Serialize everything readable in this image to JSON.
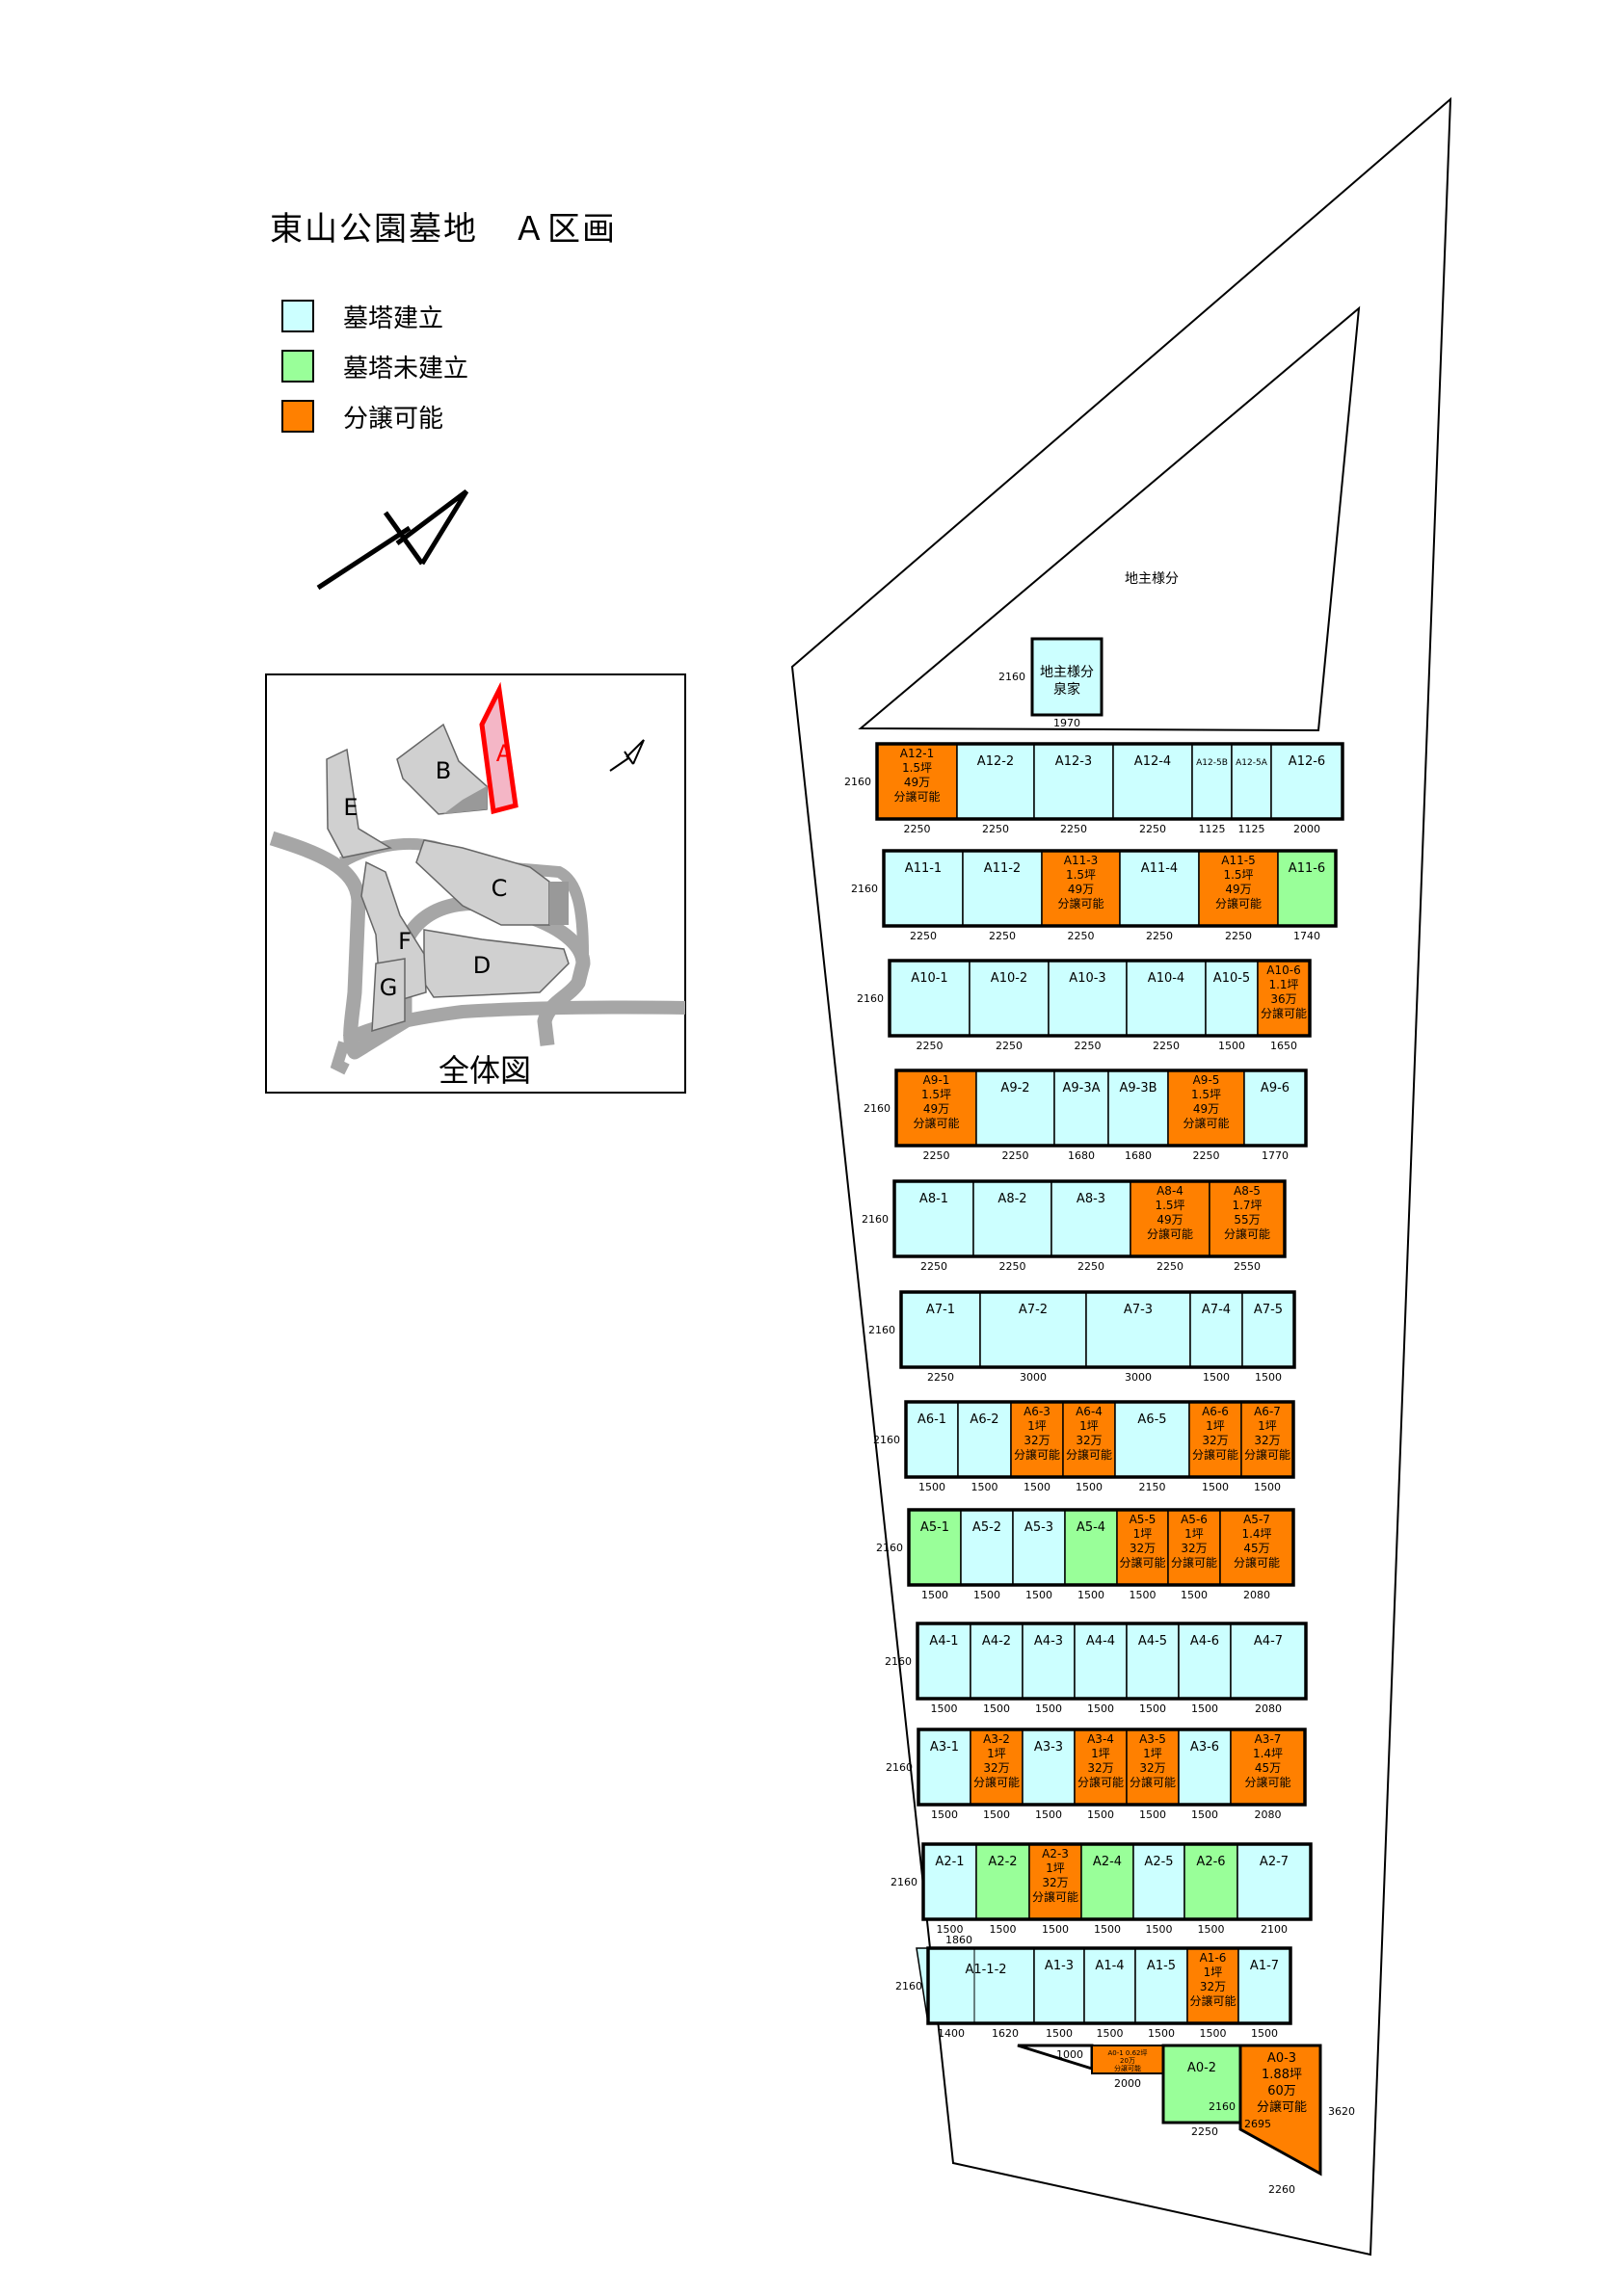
{
  "title": "東山公園墓地　Ａ区画",
  "colors": {
    "built": "#ccffff",
    "unbuilt": "#99ff99",
    "sale": "#ff8000"
  },
  "legend": [
    {
      "label": "墓塔建立",
      "status": "built"
    },
    {
      "label": "墓塔未建立",
      "status": "unbuilt"
    },
    {
      "label": "分譲可能",
      "status": "sale"
    }
  ],
  "landowner_area_label": "地主様分",
  "landowner_plot": {
    "lines": [
      "地主様分",
      "泉家"
    ],
    "width": "1970",
    "depth": "2160"
  },
  "overview": {
    "caption": "全体図",
    "sections": [
      "A",
      "B",
      "C",
      "D",
      "E",
      "F",
      "G"
    ]
  },
  "rows": [
    {
      "row": "A12",
      "depth": "2160",
      "plots": [
        {
          "id": "A12-1",
          "status": "sale",
          "lines": [
            "1.5坪",
            "49万",
            "分譲可能"
          ],
          "width": "2250"
        },
        {
          "id": "A12-2",
          "status": "built",
          "lines": [],
          "width": "2250"
        },
        {
          "id": "A12-3",
          "status": "built",
          "lines": [],
          "width": "2250"
        },
        {
          "id": "A12-4",
          "status": "built",
          "lines": [],
          "width": "2250"
        },
        {
          "id": "A12-5B",
          "status": "built",
          "lines": [],
          "width": "1125"
        },
        {
          "id": "A12-5A",
          "status": "built",
          "lines": [],
          "width": "1125"
        },
        {
          "id": "A12-6",
          "status": "built",
          "lines": [],
          "width": "2000"
        }
      ]
    },
    {
      "row": "A11",
      "depth": "2160",
      "plots": [
        {
          "id": "A11-1",
          "status": "built",
          "lines": [],
          "width": "2250"
        },
        {
          "id": "A11-2",
          "status": "built",
          "lines": [],
          "width": "2250"
        },
        {
          "id": "A11-3",
          "status": "sale",
          "lines": [
            "1.5坪",
            "49万",
            "分譲可能"
          ],
          "width": "2250"
        },
        {
          "id": "A11-4",
          "status": "built",
          "lines": [],
          "width": "2250"
        },
        {
          "id": "A11-5",
          "status": "sale",
          "lines": [
            "1.5坪",
            "49万",
            "分譲可能"
          ],
          "width": "2250"
        },
        {
          "id": "A11-6",
          "status": "unbuilt",
          "lines": [],
          "width": "1740"
        }
      ]
    },
    {
      "row": "A10",
      "depth": "2160",
      "plots": [
        {
          "id": "A10-1",
          "status": "built",
          "lines": [],
          "width": "2250"
        },
        {
          "id": "A10-2",
          "status": "built",
          "lines": [],
          "width": "2250"
        },
        {
          "id": "A10-3",
          "status": "built",
          "lines": [],
          "width": "2250"
        },
        {
          "id": "A10-4",
          "status": "built",
          "lines": [],
          "width": "2250"
        },
        {
          "id": "A10-5",
          "status": "built",
          "lines": [],
          "width": "1500"
        },
        {
          "id": "A10-6",
          "status": "sale",
          "lines": [
            "1.1坪",
            "36万",
            "分譲可能"
          ],
          "width": "1650"
        }
      ]
    },
    {
      "row": "A9",
      "depth": "2160",
      "plots": [
        {
          "id": "A9-1",
          "status": "sale",
          "lines": [
            "1.5坪",
            "49万",
            "分譲可能"
          ],
          "width": "2250"
        },
        {
          "id": "A9-2",
          "status": "built",
          "lines": [],
          "width": "2250"
        },
        {
          "id": "A9-3A",
          "status": "built",
          "lines": [],
          "width": "1680"
        },
        {
          "id": "A9-3B",
          "status": "built",
          "lines": [],
          "width": "1680"
        },
        {
          "id": "A9-5",
          "status": "sale",
          "lines": [
            "1.5坪",
            "49万",
            "分譲可能"
          ],
          "width": "2250"
        },
        {
          "id": "A9-6",
          "status": "built",
          "lines": [],
          "width": "1770"
        }
      ]
    },
    {
      "row": "A8",
      "depth": "2160",
      "plots": [
        {
          "id": "A8-1",
          "status": "built",
          "lines": [],
          "width": "2250"
        },
        {
          "id": "A8-2",
          "status": "built",
          "lines": [],
          "width": "2250"
        },
        {
          "id": "A8-3",
          "status": "built",
          "lines": [],
          "width": "2250"
        },
        {
          "id": "A8-4",
          "status": "sale",
          "lines": [
            "1.5坪",
            "49万",
            "分譲可能"
          ],
          "width": "2250"
        },
        {
          "id": "A8-5",
          "status": "sale",
          "lines": [
            "1.7坪",
            "55万",
            "分譲可能"
          ],
          "width": "2550"
        }
      ]
    },
    {
      "row": "A7",
      "depth": "2160",
      "plots": [
        {
          "id": "A7-1",
          "status": "built",
          "lines": [],
          "width": "2250"
        },
        {
          "id": "A7-2",
          "status": "built",
          "lines": [],
          "width": "3000"
        },
        {
          "id": "A7-3",
          "status": "built",
          "lines": [],
          "width": "3000"
        },
        {
          "id": "A7-4",
          "status": "built",
          "lines": [],
          "width": "1500"
        },
        {
          "id": "A7-5",
          "status": "built",
          "lines": [],
          "width": "1500"
        }
      ]
    },
    {
      "row": "A6",
      "depth": "2160",
      "plots": [
        {
          "id": "A6-1",
          "status": "built",
          "lines": [],
          "width": "1500"
        },
        {
          "id": "A6-2",
          "status": "built",
          "lines": [],
          "width": "1500"
        },
        {
          "id": "A6-3",
          "status": "sale",
          "lines": [
            "1坪",
            "32万",
            "分譲可能"
          ],
          "width": "1500"
        },
        {
          "id": "A6-4",
          "status": "sale",
          "lines": [
            "1坪",
            "32万",
            "分譲可能"
          ],
          "width": "1500"
        },
        {
          "id": "A6-5",
          "status": "built",
          "lines": [],
          "width": "2150"
        },
        {
          "id": "A6-6",
          "status": "sale",
          "lines": [
            "1坪",
            "32万",
            "分譲可能"
          ],
          "width": "1500"
        },
        {
          "id": "A6-7",
          "status": "sale",
          "lines": [
            "1坪",
            "32万",
            "分譲可能"
          ],
          "width": "1500"
        }
      ]
    },
    {
      "row": "A5",
      "depth": "2160",
      "plots": [
        {
          "id": "A5-1",
          "status": "unbuilt",
          "lines": [],
          "width": "1500"
        },
        {
          "id": "A5-2",
          "status": "built",
          "lines": [],
          "width": "1500"
        },
        {
          "id": "A5-3",
          "status": "built",
          "lines": [],
          "width": "1500"
        },
        {
          "id": "A5-4",
          "status": "unbuilt",
          "lines": [],
          "width": "1500"
        },
        {
          "id": "A5-5",
          "status": "sale",
          "lines": [
            "1坪",
            "32万",
            "分譲可能"
          ],
          "width": "1500"
        },
        {
          "id": "A5-6",
          "status": "sale",
          "lines": [
            "1坪",
            "32万",
            "分譲可能"
          ],
          "width": "1500"
        },
        {
          "id": "A5-7",
          "status": "sale",
          "lines": [
            "1.4坪",
            "45万",
            "分譲可能"
          ],
          "width": "2080"
        }
      ]
    },
    {
      "row": "A4",
      "depth": "2160",
      "plots": [
        {
          "id": "A4-1",
          "status": "built",
          "lines": [],
          "width": "1500"
        },
        {
          "id": "A4-2",
          "status": "built",
          "lines": [],
          "width": "1500"
        },
        {
          "id": "A4-3",
          "status": "built",
          "lines": [],
          "width": "1500"
        },
        {
          "id": "A4-4",
          "status": "built",
          "lines": [],
          "width": "1500"
        },
        {
          "id": "A4-5",
          "status": "built",
          "lines": [],
          "width": "1500"
        },
        {
          "id": "A4-6",
          "status": "built",
          "lines": [],
          "width": "1500"
        },
        {
          "id": "A4-7",
          "status": "built",
          "lines": [],
          "width": "2080"
        }
      ]
    },
    {
      "row": "A3",
      "depth": "2160",
      "plots": [
        {
          "id": "A3-1",
          "status": "built",
          "lines": [],
          "width": "1500"
        },
        {
          "id": "A3-2",
          "status": "sale",
          "lines": [
            "1坪",
            "32万",
            "分譲可能"
          ],
          "width": "1500"
        },
        {
          "id": "A3-3",
          "status": "built",
          "lines": [],
          "width": "1500"
        },
        {
          "id": "A3-4",
          "status": "sale",
          "lines": [
            "1坪",
            "32万",
            "分譲可能"
          ],
          "width": "1500"
        },
        {
          "id": "A3-5",
          "status": "sale",
          "lines": [
            "1坪",
            "32万",
            "分譲可能"
          ],
          "width": "1500"
        },
        {
          "id": "A3-6",
          "status": "built",
          "lines": [],
          "width": "1500"
        },
        {
          "id": "A3-7",
          "status": "sale",
          "lines": [
            "1.4坪",
            "45万",
            "分譲可能"
          ],
          "width": "2080"
        }
      ]
    },
    {
      "row": "A2",
      "depth": "2160",
      "plots": [
        {
          "id": "A2-1",
          "status": "built",
          "lines": [],
          "width": "1500"
        },
        {
          "id": "A2-2",
          "status": "unbuilt",
          "lines": [],
          "width": "1500"
        },
        {
          "id": "A2-3",
          "status": "sale",
          "lines": [
            "1坪",
            "32万",
            "分譲可能"
          ],
          "width": "1500"
        },
        {
          "id": "A2-4",
          "status": "unbuilt",
          "lines": [],
          "width": "1500"
        },
        {
          "id": "A2-5",
          "status": "built",
          "lines": [],
          "width": "1500"
        },
        {
          "id": "A2-6",
          "status": "unbuilt",
          "lines": [],
          "width": "1500"
        },
        {
          "id": "A2-7",
          "status": "built",
          "lines": [],
          "width": "2100"
        }
      ]
    },
    {
      "row": "A1",
      "depth": "2160",
      "top_note": "1860",
      "plots": [
        {
          "id": "A1-1-2",
          "status": "built",
          "lines": [],
          "width": "1400",
          "width2": "1620"
        },
        {
          "id": "A1-3",
          "status": "built",
          "lines": [],
          "width": "1500"
        },
        {
          "id": "A1-4",
          "status": "built",
          "lines": [],
          "width": "1500"
        },
        {
          "id": "A1-5",
          "status": "built",
          "lines": [],
          "width": "1500"
        },
        {
          "id": "A1-6",
          "status": "sale",
          "lines": [
            "1坪",
            "32万",
            "分譲可能"
          ],
          "width": "1500"
        },
        {
          "id": "A1-7",
          "status": "built",
          "lines": [],
          "width": "1500"
        }
      ]
    }
  ],
  "row_a0": {
    "triangle_dim": "1000",
    "plots": [
      {
        "id": "A0-1",
        "status": "sale",
        "lines": [
          "0.62坪",
          "20万",
          "分譲可能"
        ],
        "width": "2000"
      },
      {
        "id": "A0-2",
        "status": "unbuilt",
        "lines": [],
        "width": "2250",
        "depth": "2160"
      },
      {
        "id": "A0-3",
        "status": "sale",
        "lines": [
          "1.88坪",
          "60万",
          "分譲可能"
        ],
        "width": "2260",
        "depth": "3620",
        "inner": "2695"
      }
    ]
  }
}
